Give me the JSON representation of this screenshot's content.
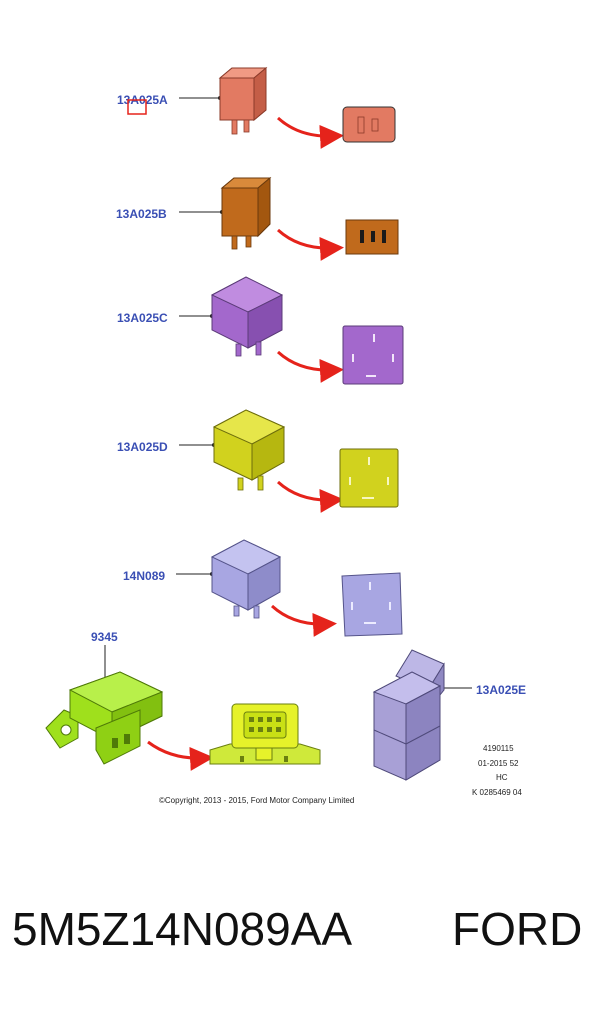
{
  "parts": [
    {
      "id": "relay-a",
      "label": "13A025A",
      "color": "#e27a62"
    },
    {
      "id": "relay-b",
      "label": "13A025B",
      "color": "#c06a1c"
    },
    {
      "id": "relay-c",
      "label": "13A025C",
      "color": "#a368cc"
    },
    {
      "id": "relay-d",
      "label": "13A025D",
      "color": "#d1d21e"
    },
    {
      "id": "relay-14n",
      "label": "14N089",
      "color": "#a8a6e2"
    },
    {
      "id": "module-9345",
      "label": "9345",
      "color": "#9fe01c"
    },
    {
      "id": "relay-e",
      "label": "13A025E",
      "color": "#a8a0d6"
    }
  ],
  "meta": {
    "line1": "4190115",
    "line2": "01-2015 52",
    "line3": "HC",
    "line4": "K 0285469 04"
  },
  "copyright": "©Copyright, 2013 - 2015, Ford Motor Company Limited",
  "caption": {
    "part_number": "5M5Z14N089AA",
    "brand": "FORD"
  },
  "colors": {
    "callout_text": "#3a4fb4",
    "arrow": "#e5231b",
    "highlight_box": "#e5231b"
  }
}
